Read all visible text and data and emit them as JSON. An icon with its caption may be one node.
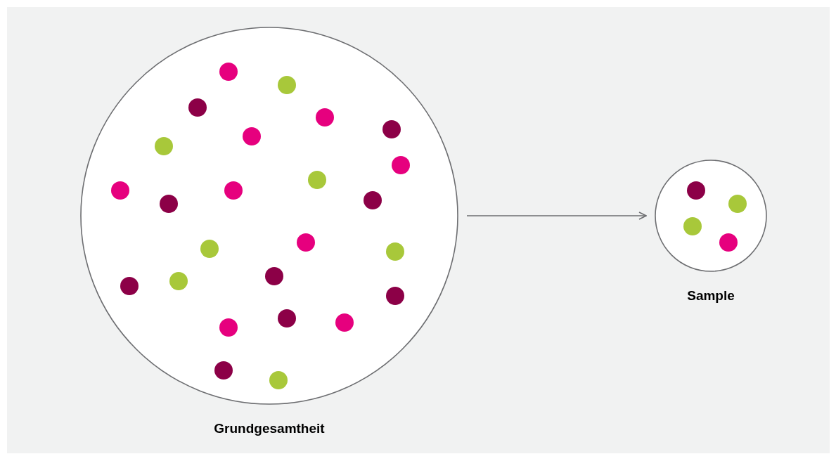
{
  "diagram": {
    "nodes": [
      {
        "text": [
          "Grundgesamtheit"
        ]
      },
      {
        "text": [
          "Sample"
        ]
      }
    ],
    "edges": [
      {
        "from": 0,
        "to": 1,
        "arrow": "to"
      }
    ]
  }
}
